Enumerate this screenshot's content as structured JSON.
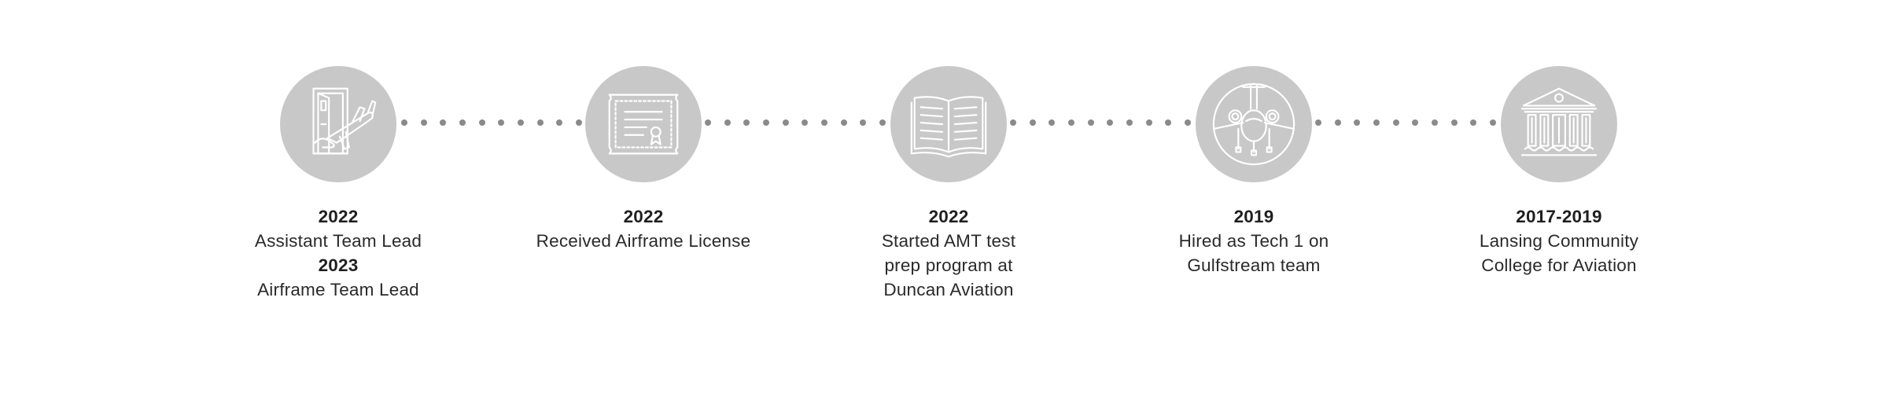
{
  "milestones": [
    {
      "icon": "door-airplane-icon",
      "entries": [
        {
          "year": "2022",
          "lines": [
            "Assistant Team Lead"
          ]
        },
        {
          "year": "2023",
          "lines": [
            "Airframe Team Lead"
          ]
        }
      ]
    },
    {
      "icon": "certificate-icon",
      "entries": [
        {
          "year": "2022",
          "lines": [
            "Received Airframe License"
          ]
        }
      ]
    },
    {
      "icon": "open-book-icon",
      "entries": [
        {
          "year": "2022",
          "lines": [
            "Started AMT test",
            "prep program at",
            "Duncan Aviation"
          ]
        }
      ]
    },
    {
      "icon": "jet-front-icon",
      "entries": [
        {
          "year": "2019",
          "lines": [
            "Hired as Tech 1 on",
            "Gulfstream team"
          ]
        }
      ]
    },
    {
      "icon": "college-building-icon",
      "entries": [
        {
          "year": "2017-2019",
          "lines": [
            "Lansing Community",
            "College for Aviation"
          ]
        }
      ]
    }
  ],
  "colors": {
    "circle": "#c8c8c8",
    "icon_stroke": "#ffffff",
    "dots": "#8a8a8a",
    "text": "#1f1f1f"
  }
}
